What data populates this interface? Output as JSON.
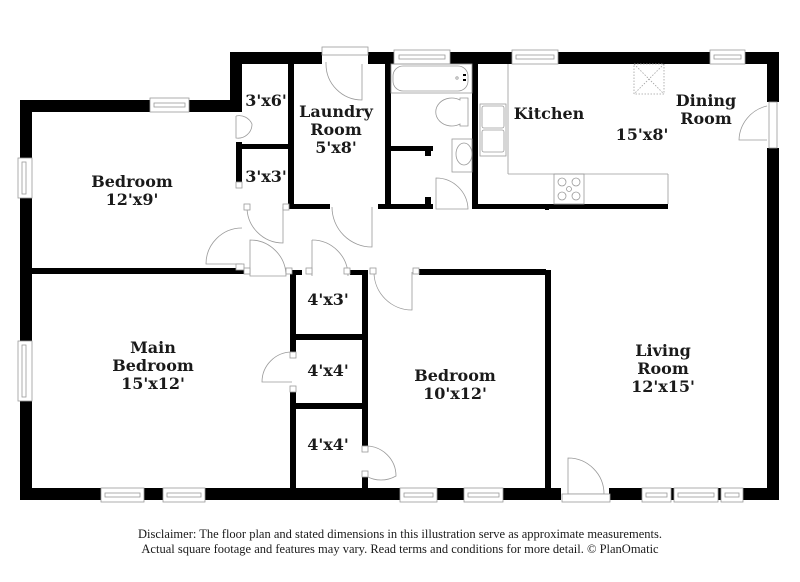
{
  "floorplan": {
    "rooms": [
      {
        "id": "bedroom-nw",
        "name": "Bedroom",
        "dimensions": "12'x9'"
      },
      {
        "id": "closet-3x6",
        "name": "",
        "dimensions": "3'x6'"
      },
      {
        "id": "closet-3x3",
        "name": "",
        "dimensions": "3'x3'"
      },
      {
        "id": "laundry",
        "name": "Laundry Room",
        "name_line1": "Laundry",
        "name_line2": "Room",
        "dimensions": "5'x8'"
      },
      {
        "id": "kitchen",
        "name": "Kitchen",
        "dimensions": "15'x8'"
      },
      {
        "id": "dining",
        "name": "Dining Room",
        "name_line1": "Dining",
        "name_line2": "Room",
        "dimensions": ""
      },
      {
        "id": "main-bedroom",
        "name": "Main Bedroom",
        "name_line1": "Main",
        "name_line2": "Bedroom",
        "dimensions": "15'x12'"
      },
      {
        "id": "closet-4x3",
        "name": "",
        "dimensions": "4'x3'"
      },
      {
        "id": "closet-4x4-a",
        "name": "",
        "dimensions": "4'x4'"
      },
      {
        "id": "closet-4x4-b",
        "name": "",
        "dimensions": "4'x4'"
      },
      {
        "id": "bedroom-center",
        "name": "Bedroom",
        "dimensions": "10'x12'"
      },
      {
        "id": "living",
        "name": "Living Room",
        "name_line1": "Living",
        "name_line2": "Room",
        "dimensions": "12'x15'"
      }
    ]
  },
  "disclaimer": {
    "line1": "Disclaimer: The floor plan and stated dimensions in this illustration serve as approximate measurements.",
    "line2": "Actual square footage and features may vary. Read terms and conditions for more detail. © PlanOmatic"
  },
  "colors": {
    "wall": "#000000",
    "fixture_stroke": "#9a9a9a",
    "background": "#ffffff",
    "text": "#1a1a1a"
  }
}
